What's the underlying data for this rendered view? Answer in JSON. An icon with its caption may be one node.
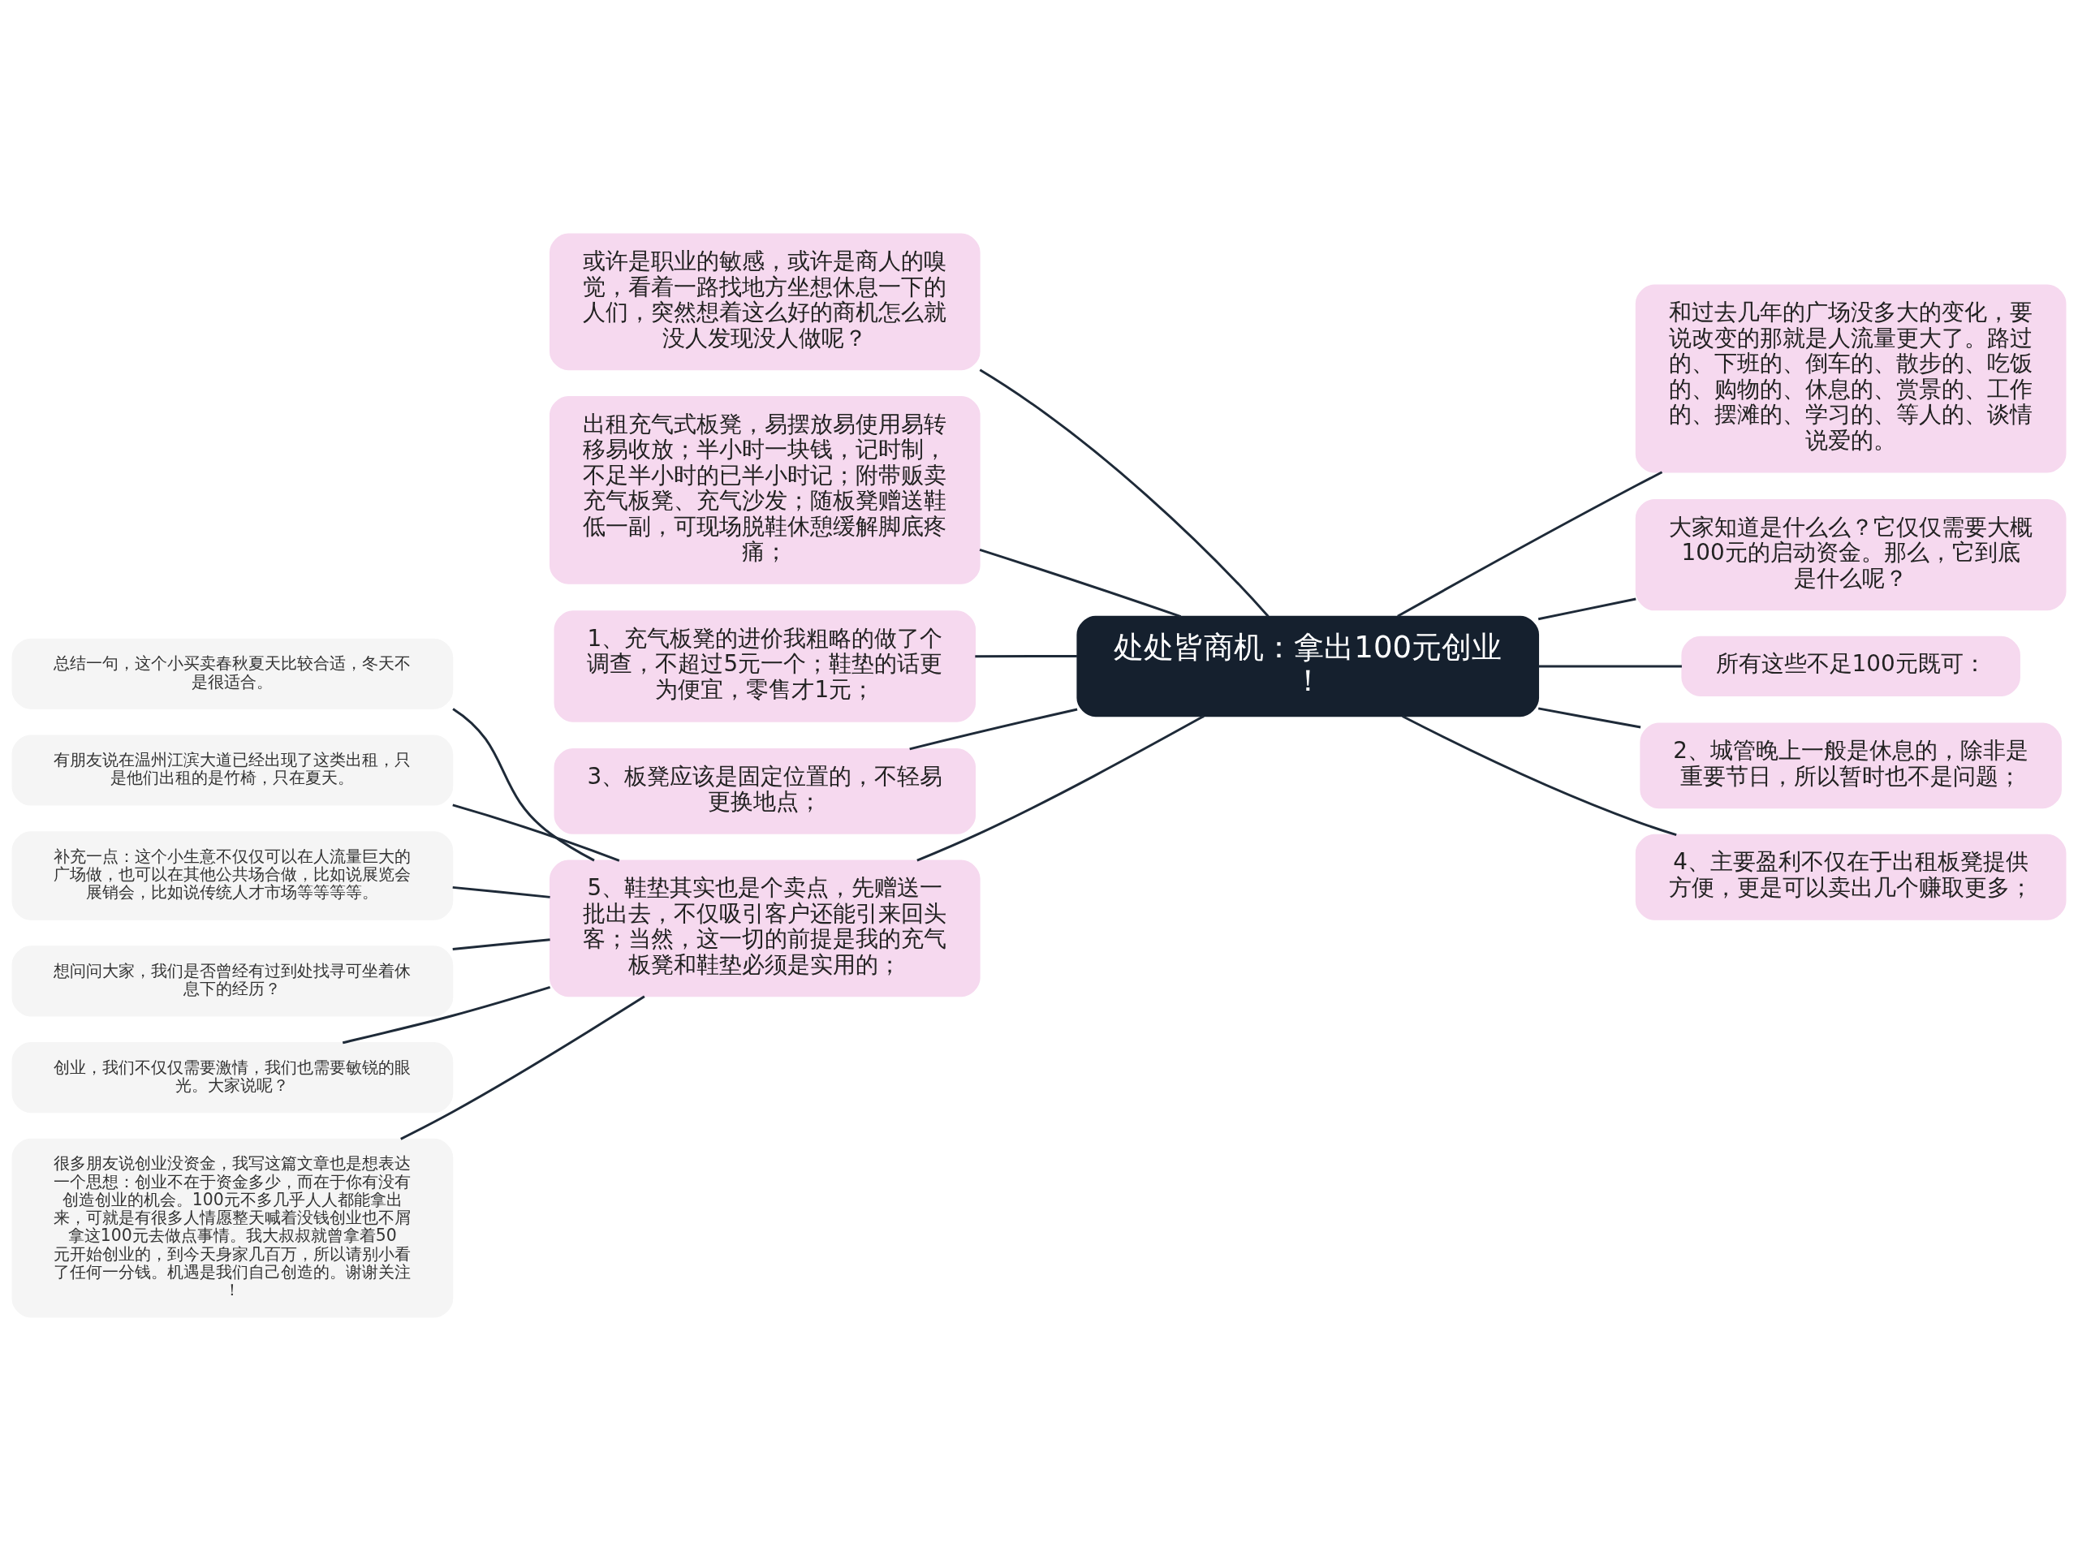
{
  "diagram": {
    "nodes": [
      {
        "text": [
          "处处皆商机：拿出100元创业！"
        ]
      },
      {
        "text": [
          "或许是职业的敏感，或许是商人的嗅觉，看着一路找地方坐想休息一下的人们，突然想着这么好的商机怎么就没人发现没人做呢？"
        ]
      },
      {
        "text": [
          "出租充气式板凳，易摆放易使用易转移易收放；半小时一块钱，记时制，不足半小时的已半小时记；附带贩卖充气板凳、充气沙发；随板凳赠送鞋低一副，可现场脱鞋休憩缓解脚底疼痛；"
        ]
      },
      {
        "text": [
          "1、充气板凳的进价我粗略的做了个调查，不超过5元一个；鞋垫的话更为便宜，零售才1元；"
        ]
      },
      {
        "text": [
          "3、板凳应该是固定位置的，不轻易更换地点；"
        ]
      },
      {
        "text": [
          "5、鞋垫其实也是个卖点，先赠送一批出去，不仅吸引客户还能引来回头客；当然，这一切的前提是我的充气板凳和鞋垫必须是实用的；"
        ]
      },
      {
        "text": [
          "总结一句，这个小买卖春秋夏天比较合适，冬天不是很适合。"
        ]
      },
      {
        "text": [
          "有朋友说在温州江滨大道已经出现了这类出租，只是他们出租的是竹椅，只在夏天。"
        ]
      },
      {
        "text": [
          "补充一点：这个小生意不仅仅可以在人流量巨大的广场做，也可以在其他公共场合做，比如说展览会展销会，比如说传统人才市场等等等等。"
        ]
      },
      {
        "text": [
          "想问问大家，我们是否曾经有过到处找寻可坐着休息下的经历？"
        ]
      },
      {
        "text": [
          "创业，我们不仅仅需要激情，我们也需要敏锐的眼光。大家说呢？"
        ]
      },
      {
        "text": [
          "很多朋友说创业没资金，我写这篇文章也是想表达一个思想：创业不在于资金多少，而在于你有没有创造创业的机会。100元不多几乎人人都能拿出来，可就是有很多人情愿整天喊着没钱创业也不屑拿这100元去做点事情。我大叔叔就曾拿着50元开始创业的，到今天身家几百万，所以请别小看了任何一分钱。机遇是我们自己创造的。谢谢关注！"
        ]
      },
      {
        "text": [
          "和过去几年的广场没多大的变化，要说改变的那就是人流量更大了。路过的、下班的、倒车的、散步的、吃饭的、购物的、休息的、赏景的、工作的、摆滩的、学习的、等人的、谈情说爱的。"
        ]
      },
      {
        "text": [
          "大家知道是什么么？它仅仅需要大概100元的启动资金。那么，它到底是什么呢？"
        ]
      },
      {
        "text": [
          "所有这些不足100元既可："
        ]
      },
      {
        "text": [
          "2、城管晚上一般是休息的，除非是重要节日，所以暂时也不是问题；"
        ]
      },
      {
        "text": [
          "4、主要盈利不仅在于出租板凳提供方便，更是可以卖出几个赚取更多；"
        ]
      }
    ],
    "edges": [
      {
        "from": 0,
        "to": 1,
        "arrow": "none"
      },
      {
        "from": 0,
        "to": 2,
        "arrow": "none"
      },
      {
        "from": 0,
        "to": 3,
        "arrow": "none"
      },
      {
        "from": 0,
        "to": 4,
        "arrow": "none"
      },
      {
        "from": 0,
        "to": 5,
        "arrow": "none"
      },
      {
        "from": 5,
        "to": 6,
        "arrow": "none"
      },
      {
        "from": 5,
        "to": 7,
        "arrow": "none"
      },
      {
        "from": 5,
        "to": 8,
        "arrow": "none"
      },
      {
        "from": 5,
        "to": 9,
        "arrow": "none"
      },
      {
        "from": 5,
        "to": 10,
        "arrow": "none"
      },
      {
        "from": 5,
        "to": 11,
        "arrow": "none"
      },
      {
        "from": 0,
        "to": 12,
        "arrow": "none"
      },
      {
        "from": 0,
        "to": 13,
        "arrow": "none"
      },
      {
        "from": 0,
        "to": 14,
        "arrow": "none"
      },
      {
        "from": 0,
        "to": 15,
        "arrow": "none"
      },
      {
        "from": 0,
        "to": 16,
        "arrow": "none"
      }
    ]
  }
}
